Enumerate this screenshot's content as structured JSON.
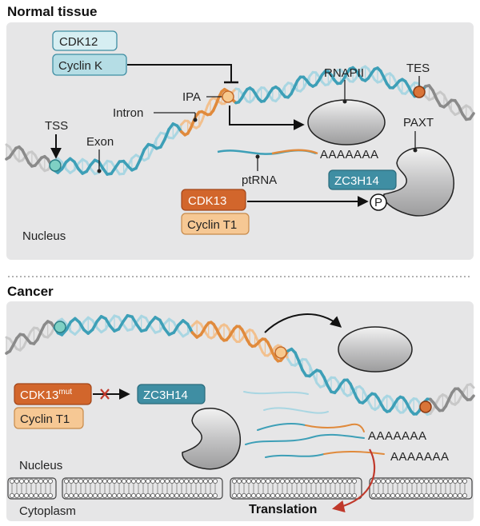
{
  "panels": {
    "top": {
      "title": "Normal tissue",
      "compartment": "Nucleus",
      "labels": {
        "tss": "TSS",
        "exon": "Exon",
        "intron": "Intron",
        "ipa": "IPA",
        "rnapii": "RNAPII",
        "tes": "TES",
        "paxt": "PAXT",
        "ptrna": "ptRNA",
        "polya": "AAAAAAA",
        "phospho": "P"
      },
      "boxes": {
        "cdk12": "CDK12",
        "cyclin_k": "Cyclin K",
        "cdk13": "CDK13",
        "cyclin_t1": "Cyclin T1",
        "zc3h14": "ZC3H14"
      }
    },
    "bottom": {
      "title": "Cancer",
      "compartment_top": "Nucleus",
      "compartment_bottom": "Cytoplasm",
      "translation": "Translation",
      "polya_1": "AAAAAAA",
      "polya_2": "AAAAAAA",
      "boxes": {
        "cdk13": "CDK13",
        "cdk13_sup": "mut",
        "cyclin_t1": "Cyclin T1",
        "zc3h14": "ZC3H14"
      }
    }
  },
  "colors": {
    "panel_bg": "#e6e6e7",
    "dna_blue": "#3d9fb7",
    "dna_light": "#a9d6e2",
    "dna_orange": "#e08a3c",
    "dna_orange_light": "#f2c08e",
    "dna_gray": "#8a8a8a",
    "teal_box": "#3f8ea3",
    "light_teal_box": "#c9e6ec",
    "orange_box": "#d2662c",
    "light_orange_box": "#f6c894",
    "protein_gray": "#bfbfc0",
    "arrow_red": "#c0392b"
  }
}
